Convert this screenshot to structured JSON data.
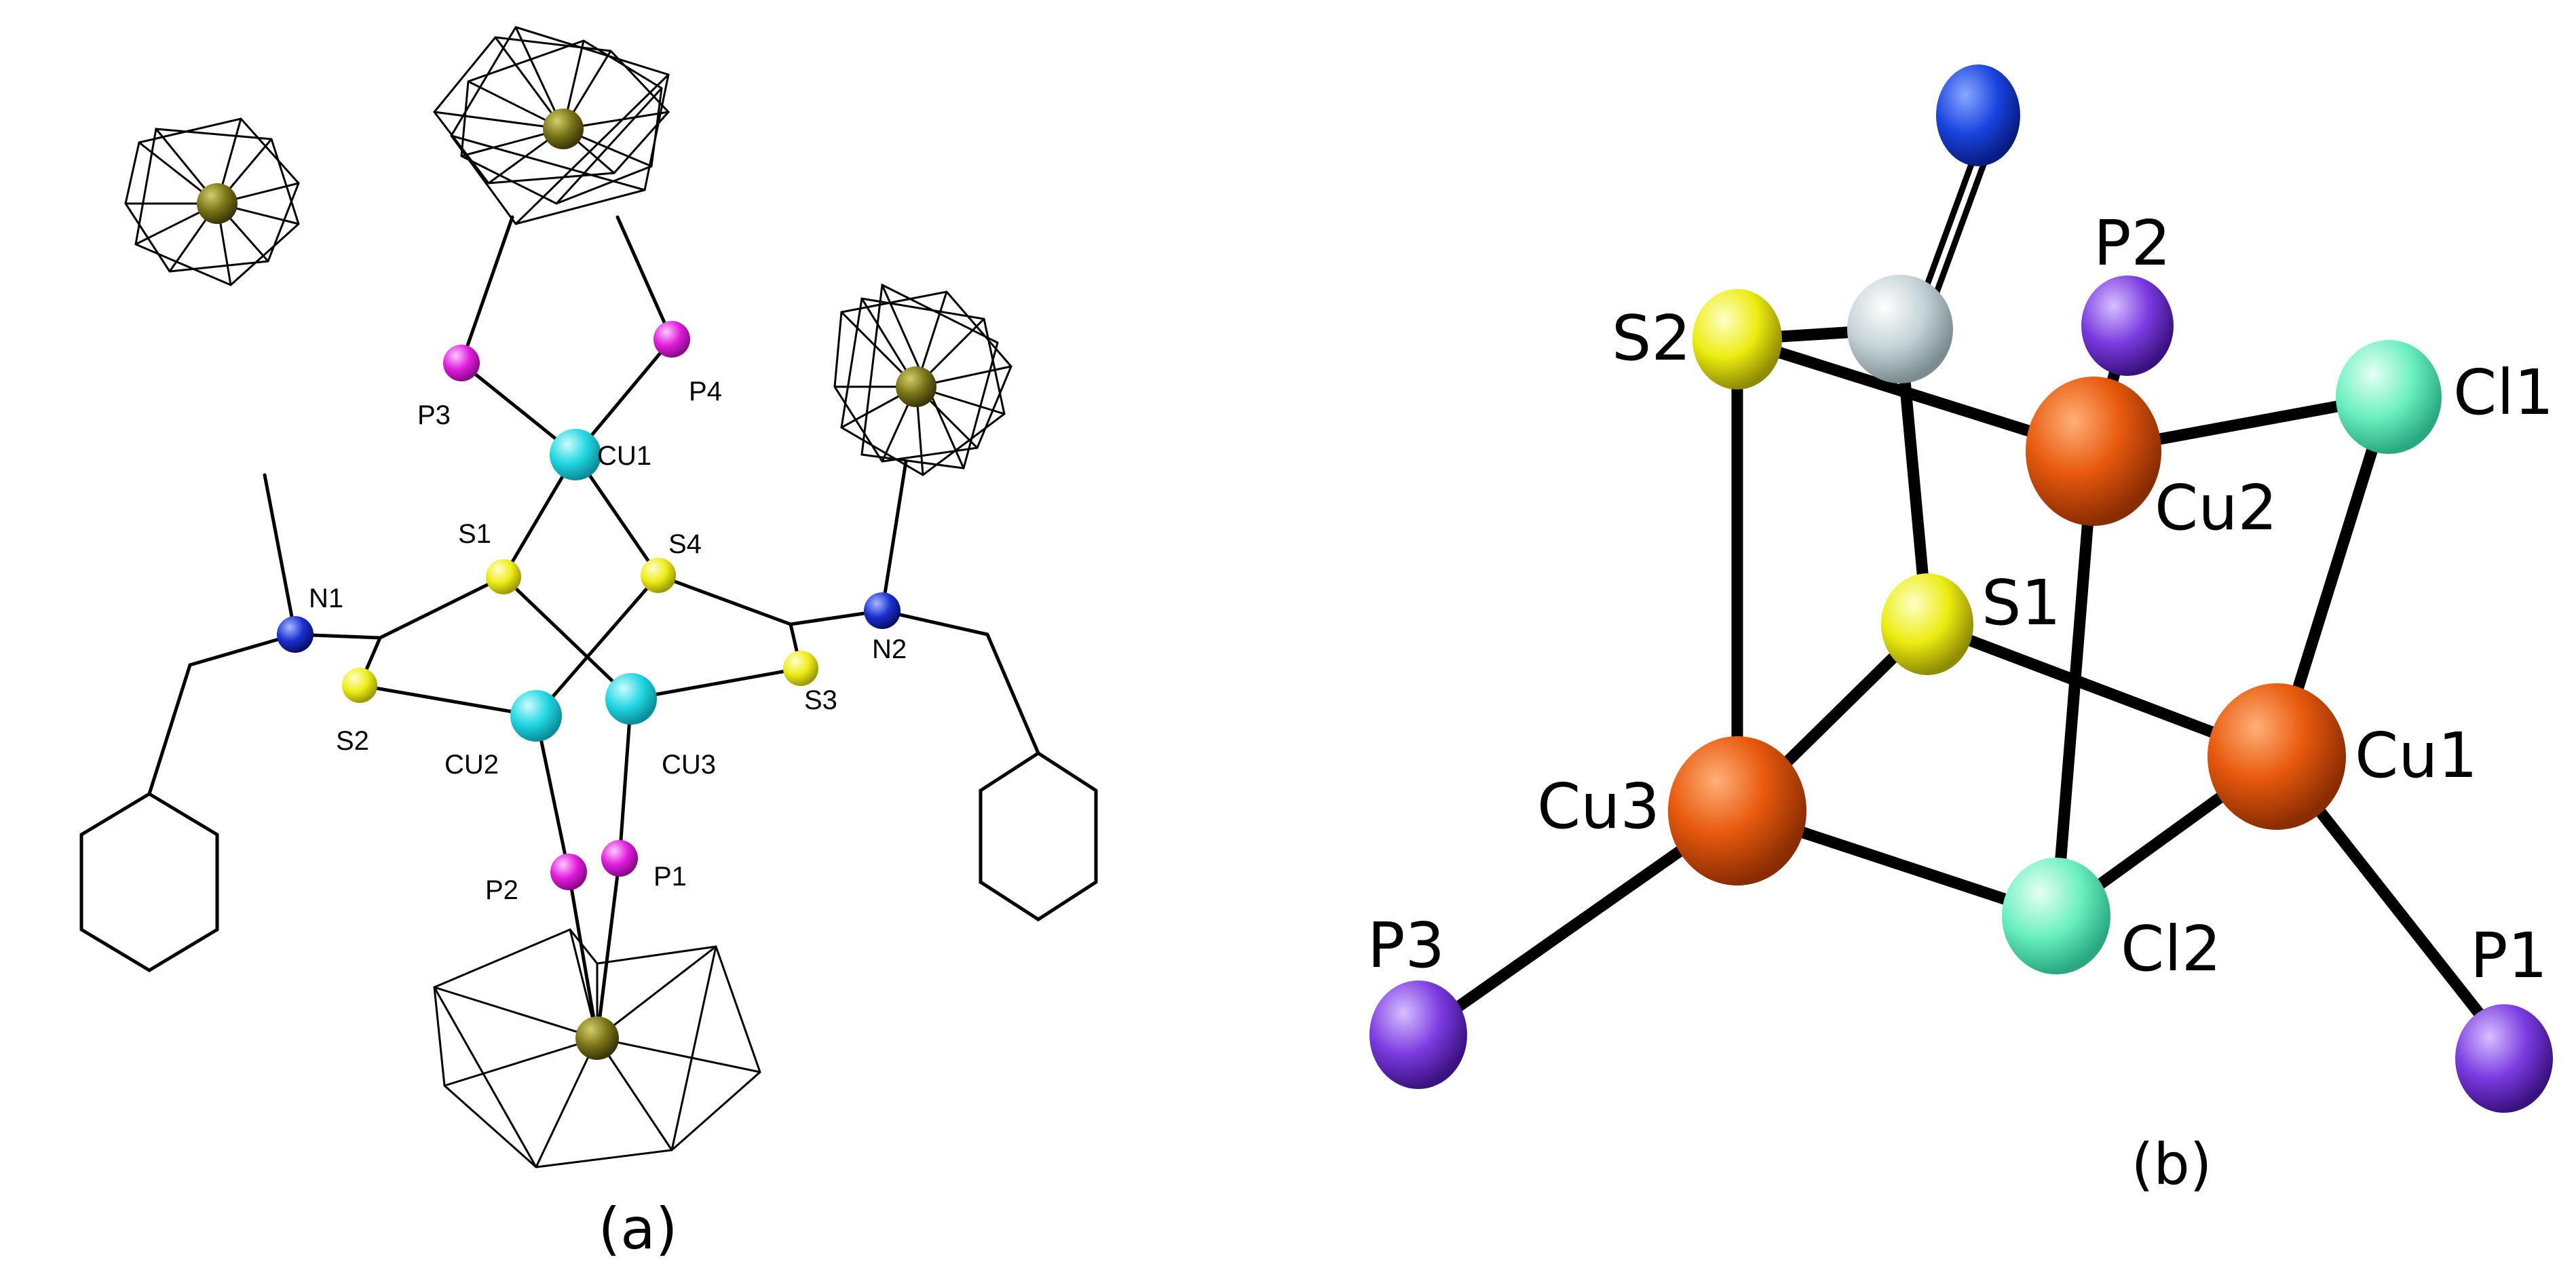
{
  "panel_a": {
    "caption": "(a)",
    "labels": {
      "cu1": "CU1",
      "cu2": "CU2",
      "cu3": "CU3",
      "s1": "S1",
      "s2": "S2",
      "s3": "S3",
      "s4": "S4",
      "p1": "P1",
      "p2": "P2",
      "p3": "P3",
      "p4": "P4",
      "n1": "N1",
      "n2": "N2"
    }
  },
  "panel_b": {
    "caption": "(b)",
    "labels": {
      "s1": "S1",
      "s2": "S2",
      "cu1": "Cu1",
      "cu2": "Cu2",
      "cu3": "Cu3",
      "cl1": "Cl1",
      "cl2": "Cl2",
      "p1": "P1",
      "p2": "P2",
      "p3": "P3"
    }
  },
  "colors": {
    "cu_a": "#22d8e0",
    "s": "#f2f01a",
    "p": "#e21de0",
    "n": "#1b34d4",
    "fe": "#7a7418",
    "cu_b": "#e85a0e",
    "cl": "#6af0c0",
    "p_b": "#7b3ae0",
    "c": "#b8c8cc"
  }
}
